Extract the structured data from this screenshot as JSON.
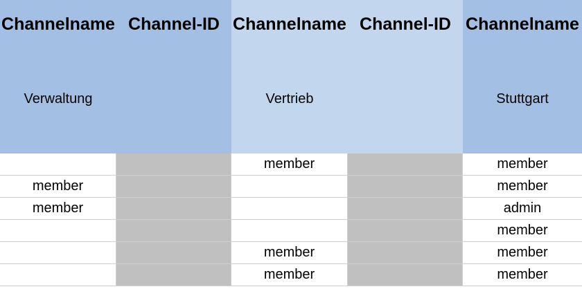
{
  "columns": [
    {
      "header": "Channelname",
      "subheader": "Verwaltung"
    },
    {
      "header": "Channel-ID",
      "subheader": ""
    },
    {
      "header": "Channelname",
      "subheader": "Vertrieb"
    },
    {
      "header": "Channel-ID",
      "subheader": ""
    },
    {
      "header": "Channelname",
      "subheader": "Stuttgart"
    }
  ],
  "rows": [
    [
      "",
      "",
      "member",
      "",
      "member"
    ],
    [
      "member",
      "",
      "",
      "",
      "member"
    ],
    [
      "member",
      "",
      "",
      "",
      "admin"
    ],
    [
      "",
      "",
      "",
      "",
      "member"
    ],
    [
      "",
      "",
      "member",
      "",
      "member"
    ],
    [
      "",
      "",
      "member",
      "",
      "member"
    ]
  ],
  "colors": {
    "header_dark": "#a3c0e4",
    "header_light": "#c2d7ed",
    "id_column_fill": "#c0c0c0",
    "gridline": "#d0d0d0"
  }
}
